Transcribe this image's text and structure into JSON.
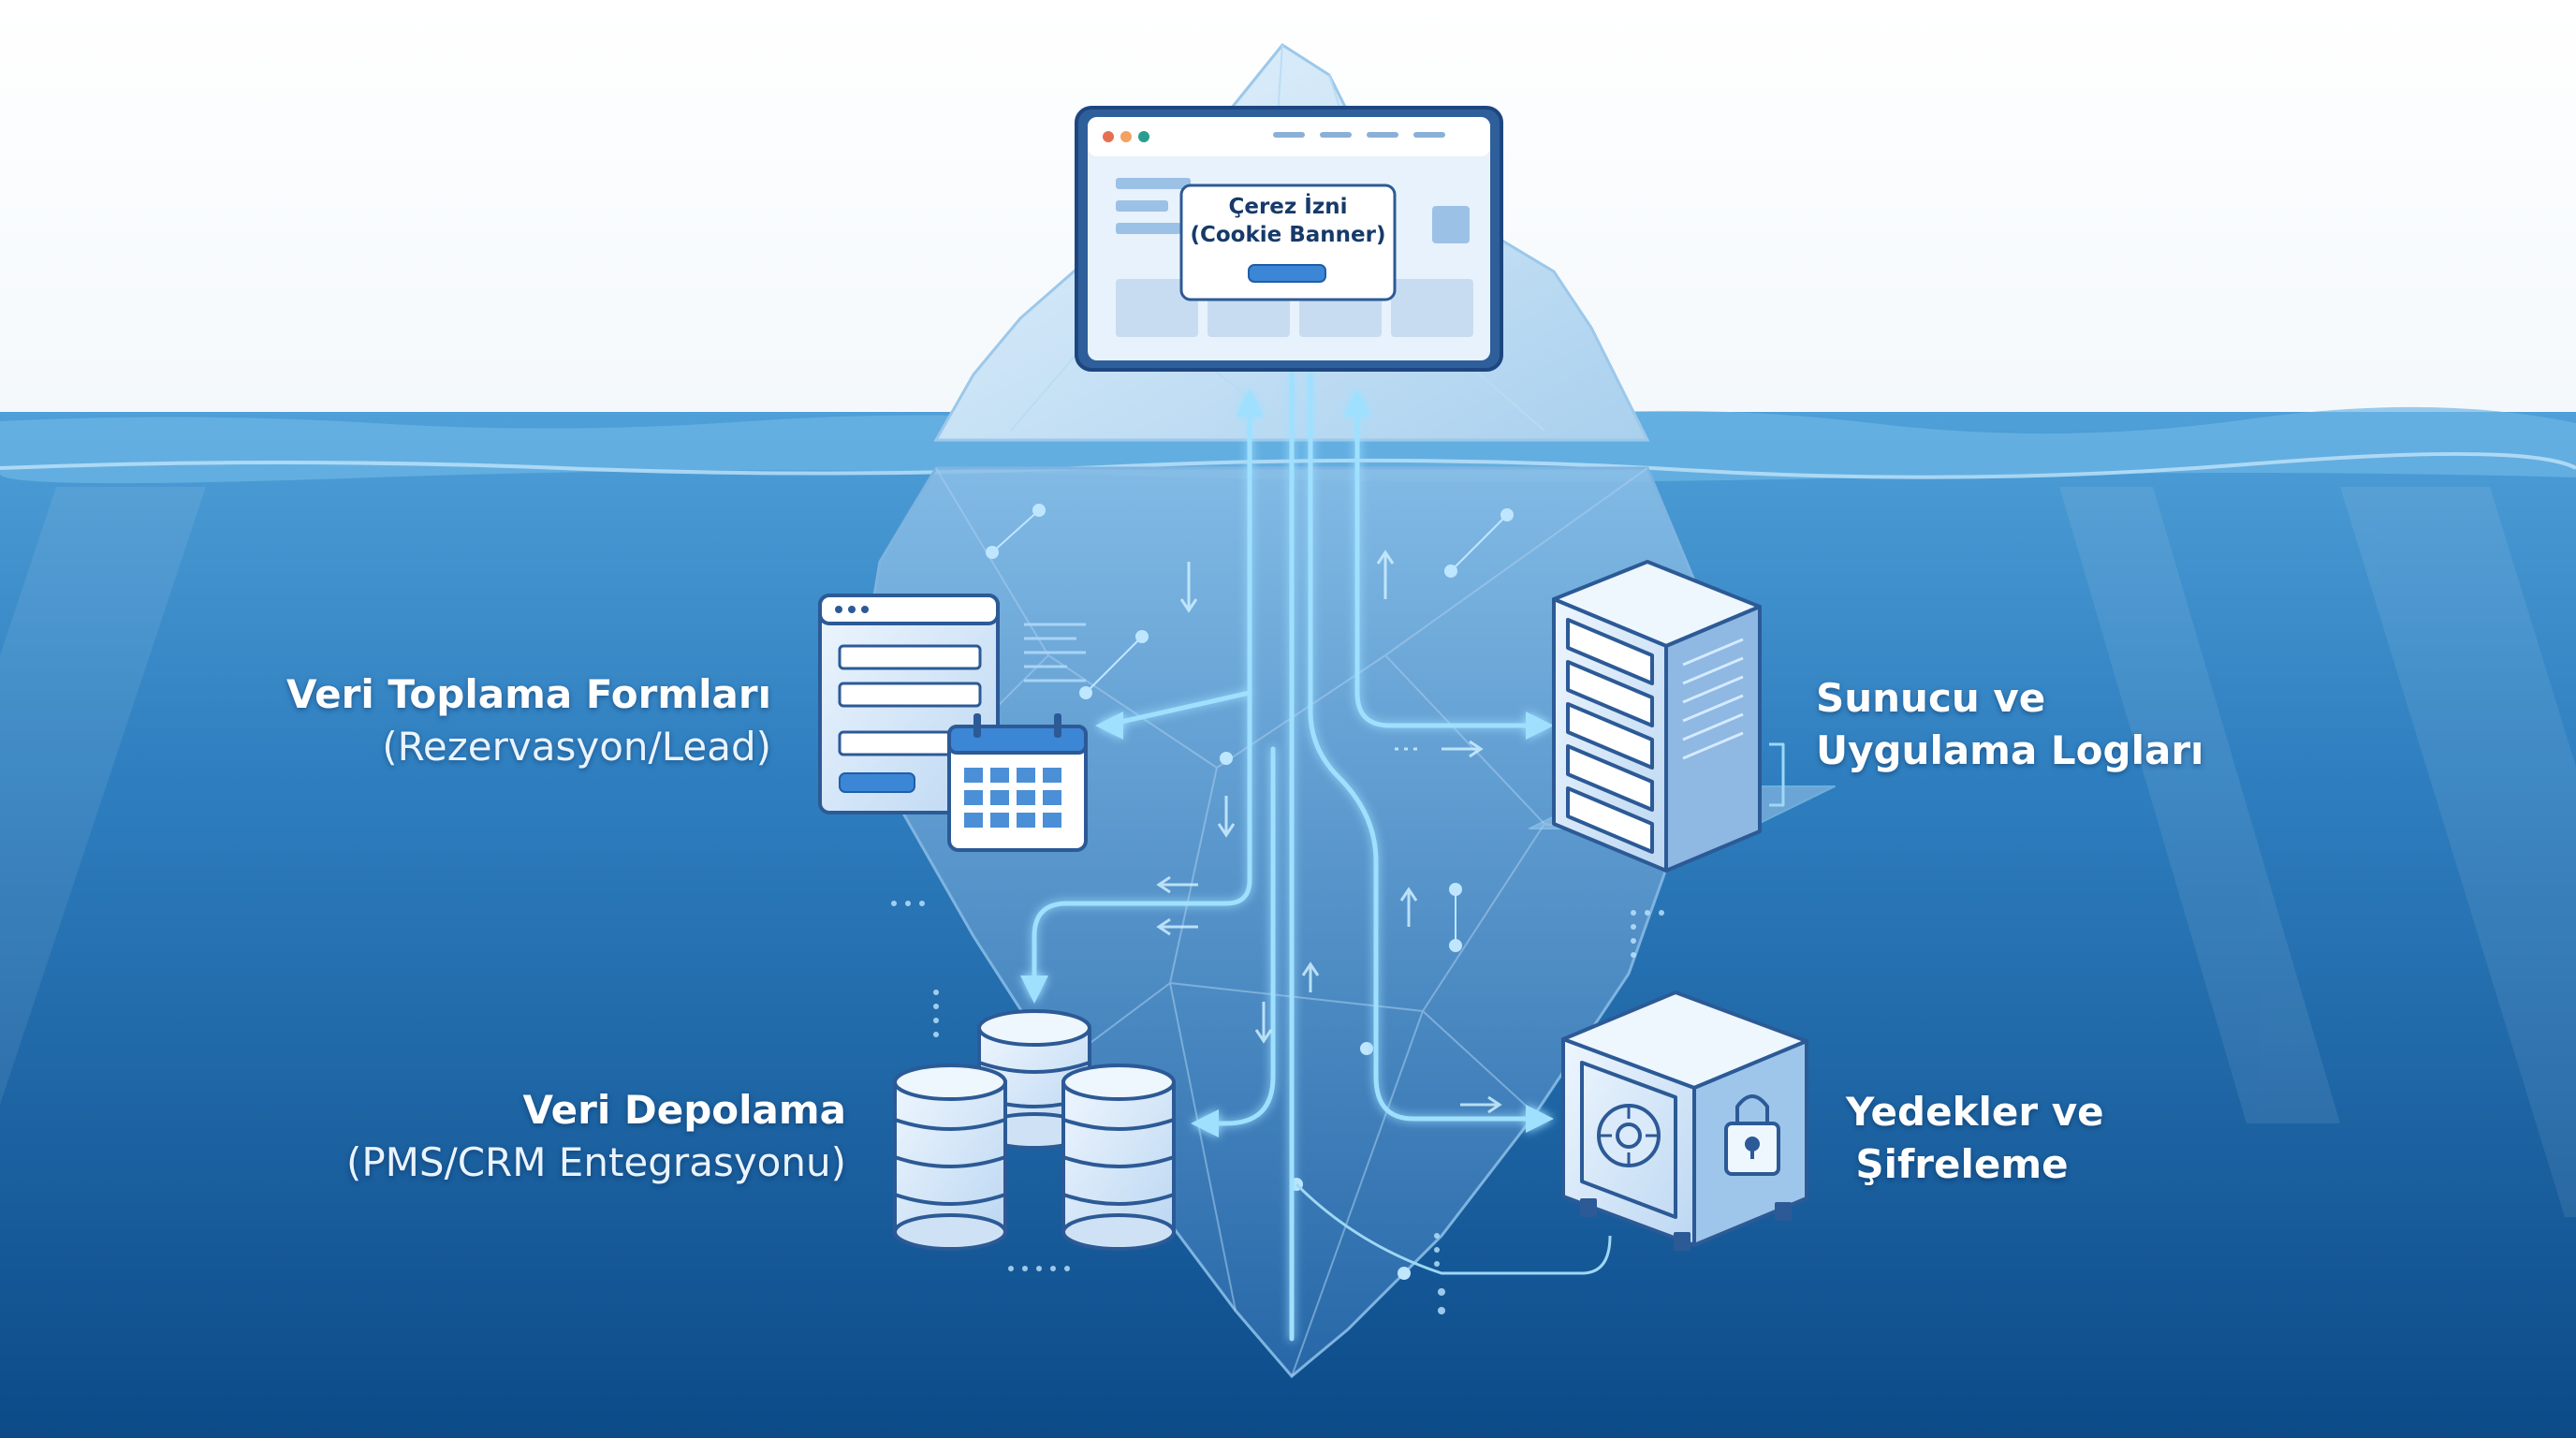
{
  "cookie_banner": {
    "line1": "Çerez İzni",
    "line2": "(Cookie Banner)"
  },
  "labels": {
    "forms": {
      "title": "Veri Toplama Formları",
      "sub": "(Rezervasyon/Lead)"
    },
    "storage": {
      "title": "Veri Depolama",
      "sub": "(PMS/CRM Entegrasyonu)"
    },
    "logs": {
      "line1": "Sunucu ve",
      "line2": "Uygulama Logları"
    },
    "backups": {
      "line1": "Yedekler ve",
      "line2": "Şifreleme"
    }
  },
  "colors": {
    "sky": "#ffffff",
    "water_top": "#4a9bd6",
    "water_deep": "#0f4f8f",
    "ice": "#cde6f7",
    "accent": "#7fd4ff",
    "node_fill": "#dcebfa",
    "node_stroke": "#2c5a96"
  },
  "icons": [
    "browser-window-icon",
    "form-calendar-icon",
    "database-icon",
    "server-rack-icon",
    "safe-lock-icon"
  ]
}
